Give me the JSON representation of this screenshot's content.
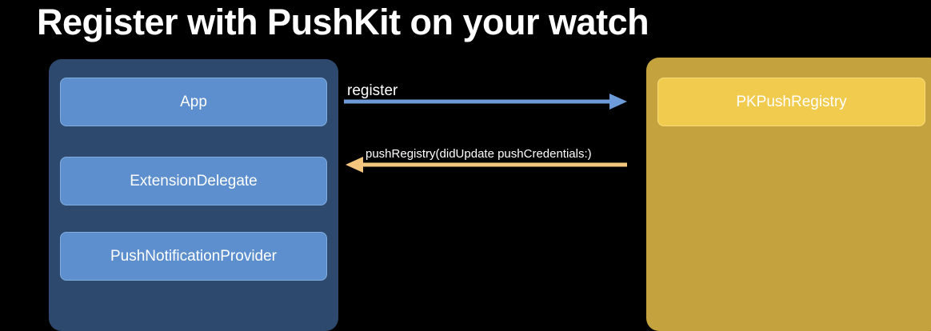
{
  "title": "Register with PushKit on your watch",
  "left_panel": {
    "boxes": [
      "App",
      "ExtensionDelegate",
      "PushNotificationProvider"
    ]
  },
  "right_panel": {
    "box": "PKPushRegistry"
  },
  "arrows": {
    "register": "register",
    "callback": "pushRegistry(didUpdate pushCredentials:)"
  },
  "colors": {
    "background": "#000000",
    "left_panel": "#2d4a6e",
    "left_box": "#5d8fce",
    "right_panel": "#c4a23d",
    "right_box": "#f1cb4d",
    "register_arrow": "#6d9ad8",
    "callback_arrow": "#f5c77e"
  }
}
